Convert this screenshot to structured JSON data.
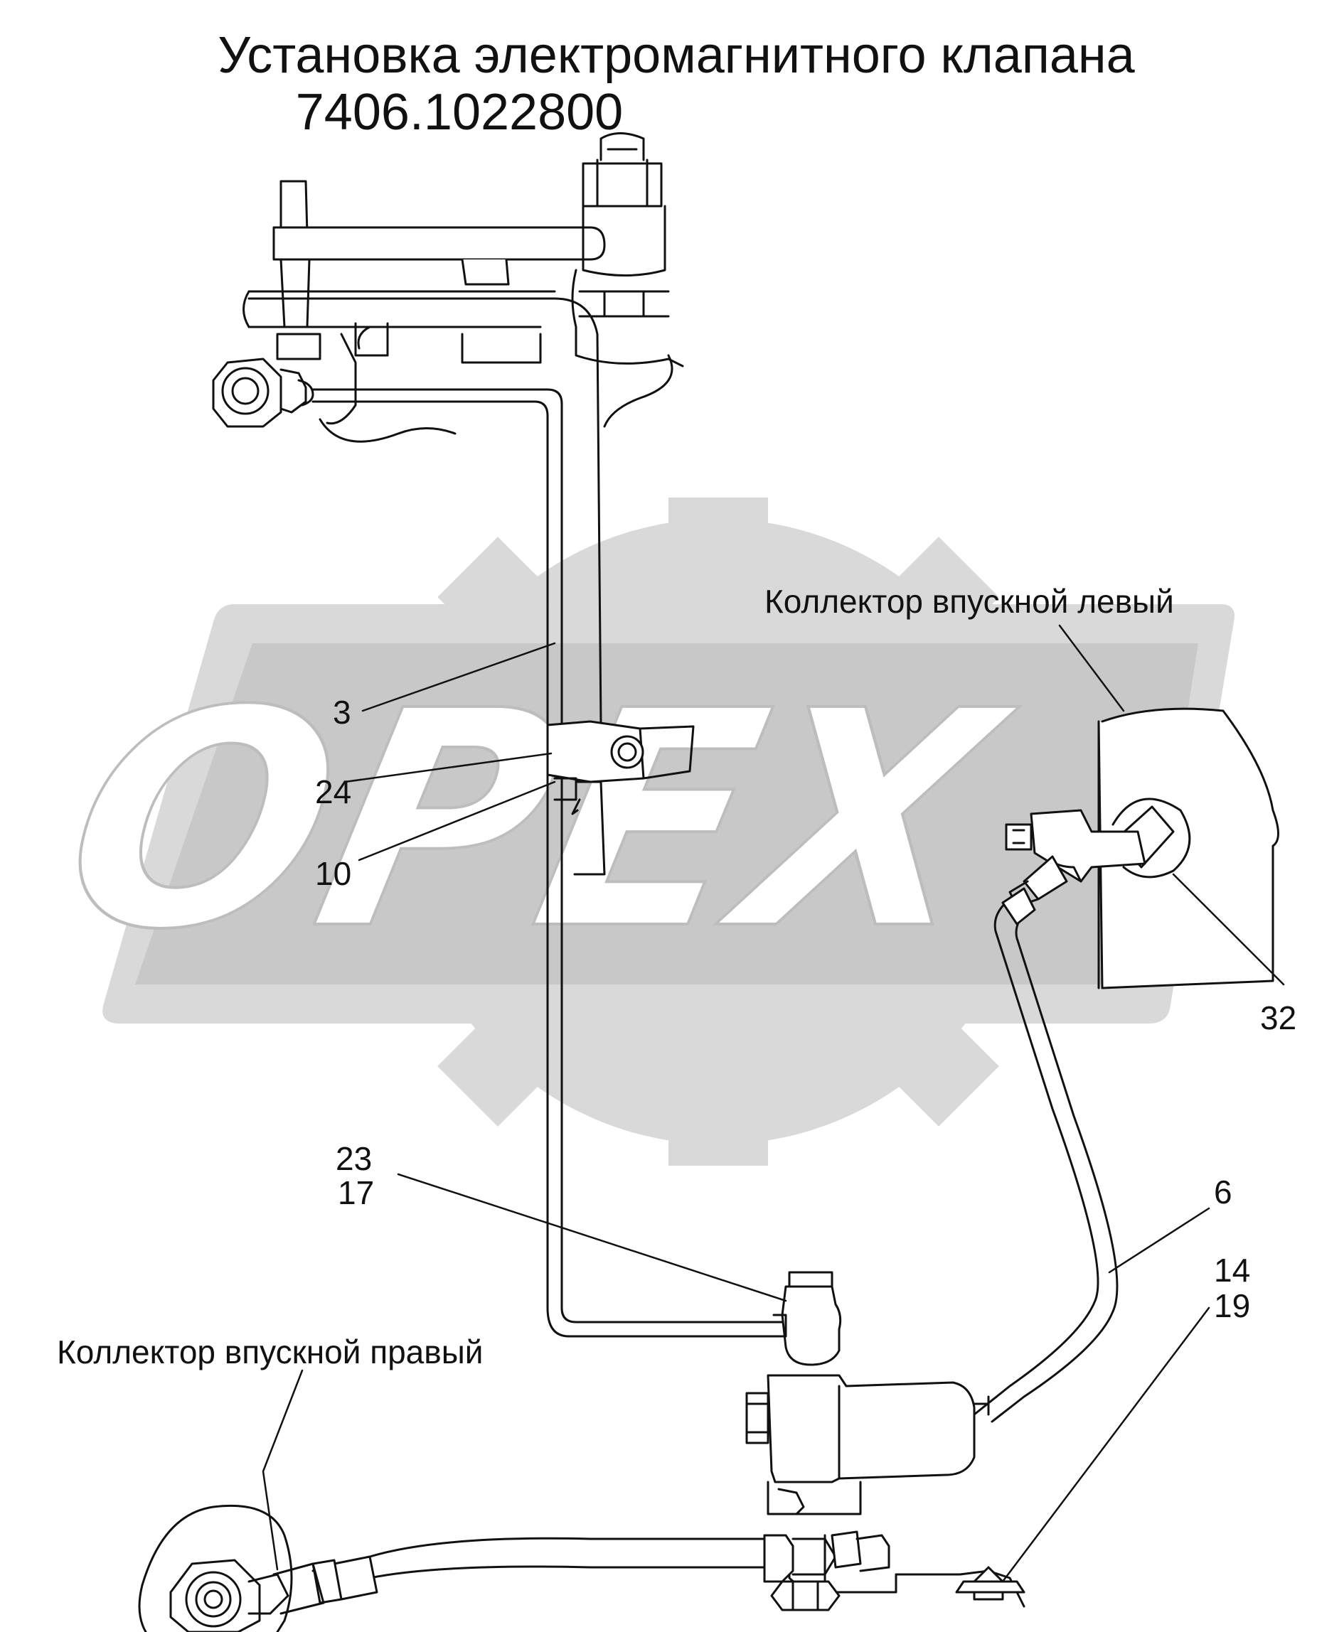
{
  "title": {
    "line1": "Установка электромагнитного клапана",
    "line2": "7406.1022800"
  },
  "captions": {
    "collector_left": "Коллектор впускной левый",
    "collector_right": "Коллектор впускной правый"
  },
  "callouts": {
    "c3": "3",
    "c24": "24",
    "c10": "10",
    "c32": "32",
    "c23": "23",
    "c17": "17",
    "c6": "6",
    "c14": "14",
    "c19": "19"
  },
  "watermark": {
    "text": "OPEX",
    "color": "#d9d9d9"
  },
  "colors": {
    "line": "#111111",
    "background": "#ffffff"
  }
}
